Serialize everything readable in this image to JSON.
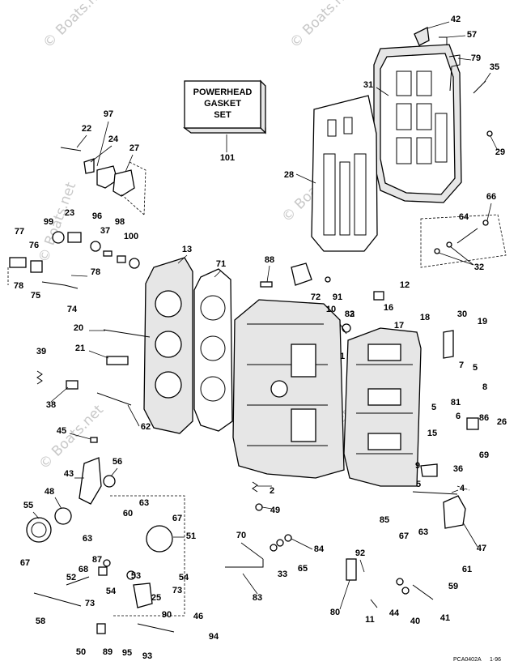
{
  "kit_label": {
    "line1": "POWERHEAD",
    "line2": "GASKET",
    "line3": "SET"
  },
  "watermark": "© Boats.net",
  "footer": {
    "code": "PCA0402A",
    "date": "1-96"
  },
  "callouts": [
    "1",
    "2",
    "3",
    "4",
    "5",
    "5",
    "5",
    "6",
    "7",
    "8",
    "9",
    "10",
    "11",
    "12",
    "13",
    "15",
    "16",
    "17",
    "18",
    "19",
    "20",
    "21",
    "22",
    "23",
    "24",
    "25",
    "26",
    "27",
    "28",
    "29",
    "30",
    "31",
    "32",
    "33",
    "35",
    "36",
    "37",
    "38",
    "39",
    "40",
    "41",
    "42",
    "43",
    "44",
    "45",
    "46",
    "47",
    "48",
    "49",
    "50",
    "51",
    "52",
    "53",
    "54",
    "54",
    "55",
    "56",
    "57",
    "58",
    "59",
    "60",
    "61",
    "62",
    "63",
    "63",
    "63",
    "64",
    "65",
    "66",
    "67",
    "67",
    "67",
    "68",
    "69",
    "70",
    "71",
    "72",
    "73",
    "73",
    "74",
    "75",
    "76",
    "77",
    "78",
    "78",
    "79",
    "80",
    "81",
    "82",
    "83",
    "84",
    "85",
    "86",
    "87",
    "88",
    "89",
    "90",
    "91",
    "92",
    "93",
    "94",
    "95",
    "96",
    "97",
    "98",
    "99",
    "100",
    "101"
  ]
}
